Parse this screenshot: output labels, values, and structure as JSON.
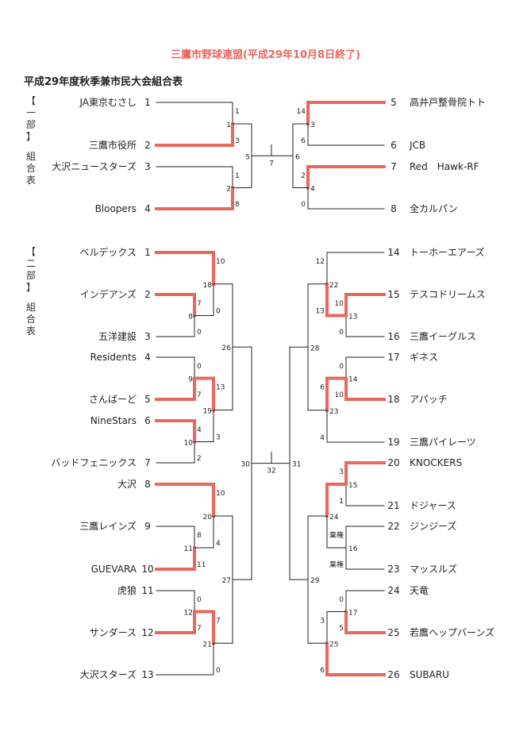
{
  "header": {
    "league_title": "三鷹市野球連盟(平成29年10月8日終了)",
    "document_title": "平成29年度秋季兼市民大会組合表"
  },
  "colors": {
    "win_line": "#e8675f",
    "line": "#222222",
    "header": "#e8675f"
  },
  "divisions": [
    {
      "id": "div1",
      "side_label": [
        "【",
        "一",
        "部",
        "】",
        "",
        "組",
        "合",
        "表"
      ],
      "final_label": "7",
      "left": {
        "teams": [
          {
            "seed": "1",
            "name": "JA東京むさし"
          },
          {
            "seed": "2",
            "name": "三鷹市役所"
          },
          {
            "seed": "3",
            "name": "大沢ニュースターズ"
          },
          {
            "seed": "4",
            "name": "Bloopers"
          }
        ],
        "tree": {
          "label": "5",
          "children": [
            {
              "label": "1",
              "scores": [
                "1",
                "3"
              ],
              "winner": 1,
              "children": [
                {
                  "team": 0
                },
                {
                  "team": 1
                }
              ]
            },
            {
              "label": "2",
              "scores": [
                "1",
                "8"
              ],
              "winner": 1,
              "children": [
                {
                  "team": 2
                },
                {
                  "team": 3
                }
              ]
            }
          ]
        }
      },
      "right": {
        "teams": [
          {
            "seed": "5",
            "name": "高井戸整骨院トト"
          },
          {
            "seed": "6",
            "name": "JCB"
          },
          {
            "seed": "7",
            "name": "Red　Hawk-RF"
          },
          {
            "seed": "8",
            "name": "全カルパン"
          }
        ],
        "tree": {
          "label": "6",
          "children": [
            {
              "label": "3",
              "scores": [
                "14",
                "6"
              ],
              "winner": 0,
              "children": [
                {
                  "team": 0
                },
                {
                  "team": 1
                }
              ]
            },
            {
              "label": "4",
              "scores": [
                "2",
                "0"
              ],
              "winner": 0,
              "children": [
                {
                  "team": 2
                },
                {
                  "team": 3
                }
              ]
            }
          ]
        }
      }
    },
    {
      "id": "div2",
      "side_label": [
        "【",
        "二",
        "部",
        "】",
        "",
        "組",
        "合",
        "表"
      ],
      "final_label": "32",
      "left": {
        "teams": [
          {
            "seed": "1",
            "name": "ベルデックス"
          },
          {
            "seed": "2",
            "name": "インデアンズ"
          },
          {
            "seed": "3",
            "name": "五洋建設"
          },
          {
            "seed": "4",
            "name": "Residents"
          },
          {
            "seed": "5",
            "name": "さんばーど"
          },
          {
            "seed": "6",
            "name": "NineStars"
          },
          {
            "seed": "7",
            "name": "バッドフェニックス"
          },
          {
            "seed": "8",
            "name": "大沢"
          },
          {
            "seed": "9",
            "name": "三鷹レインズ"
          },
          {
            "seed": "10",
            "name": "GUEVARA"
          },
          {
            "seed": "11",
            "name": "虎狼"
          },
          {
            "seed": "12",
            "name": "サンダース"
          },
          {
            "seed": "13",
            "name": "大沢スターズ"
          }
        ],
        "tree": {
          "label": "30",
          "children": [
            {
              "label": "26",
              "children": [
                {
                  "label": "18",
                  "scores": [
                    "10",
                    "0"
                  ],
                  "winner": 0,
                  "children": [
                    {
                      "team": 0
                    },
                    {
                      "label": "8",
                      "scores": [
                        "7",
                        "0"
                      ],
                      "winner": 0,
                      "children": [
                        {
                          "team": 1
                        },
                        {
                          "team": 2
                        }
                      ]
                    }
                  ]
                },
                {
                  "label": "19",
                  "scores": [
                    "13",
                    "3"
                  ],
                  "winner": 0,
                  "children": [
                    {
                      "label": "9",
                      "scores": [
                        "0",
                        "7"
                      ],
                      "winner": 1,
                      "children": [
                        {
                          "team": 3
                        },
                        {
                          "team": 4
                        }
                      ]
                    },
                    {
                      "label": "10",
                      "scores": [
                        "4",
                        "2"
                      ],
                      "winner": 0,
                      "children": [
                        {
                          "team": 5
                        },
                        {
                          "team": 6
                        }
                      ]
                    }
                  ]
                }
              ]
            },
            {
              "label": "27",
              "children": [
                {
                  "label": "20",
                  "scores": [
                    "10",
                    "4"
                  ],
                  "winner": 0,
                  "children": [
                    {
                      "team": 7
                    },
                    {
                      "label": "11",
                      "scores": [
                        "8",
                        "11"
                      ],
                      "winner": 1,
                      "children": [
                        {
                          "team": 8
                        },
                        {
                          "team": 9
                        }
                      ]
                    }
                  ]
                },
                {
                  "label": "21",
                  "scores": [
                    "7",
                    "0"
                  ],
                  "winner": 0,
                  "children": [
                    {
                      "label": "12",
                      "scores": [
                        "0",
                        "7"
                      ],
                      "winner": 1,
                      "children": [
                        {
                          "team": 10
                        },
                        {
                          "team": 11
                        }
                      ]
                    },
                    {
                      "team": 12
                    }
                  ]
                }
              ]
            }
          ]
        }
      },
      "right": {
        "teams": [
          {
            "seed": "14",
            "name": "トーホーエアーズ"
          },
          {
            "seed": "15",
            "name": "テスコドリームス"
          },
          {
            "seed": "16",
            "name": "三鷹イーグルス"
          },
          {
            "seed": "17",
            "name": "ギネス"
          },
          {
            "seed": "18",
            "name": "アパッチ"
          },
          {
            "seed": "19",
            "name": "三鷹パイレーツ"
          },
          {
            "seed": "20",
            "name": "KNOCKERS"
          },
          {
            "seed": "21",
            "name": "ドジャース"
          },
          {
            "seed": "22",
            "name": "ジンジーズ"
          },
          {
            "seed": "23",
            "name": "マッスルズ"
          },
          {
            "seed": "24",
            "name": "天竜"
          },
          {
            "seed": "25",
            "name": "若鷹ヘップバーンズ"
          },
          {
            "seed": "26",
            "name": "SUBARU"
          }
        ],
        "tree": {
          "label": "31",
          "children": [
            {
              "label": "28",
              "children": [
                {
                  "label": "22",
                  "scores": [
                    "12",
                    "13"
                  ],
                  "winner": 1,
                  "children": [
                    {
                      "team": 0
                    },
                    {
                      "label": "13",
                      "scores": [
                        "10",
                        "0"
                      ],
                      "winner": 0,
                      "children": [
                        {
                          "team": 1
                        },
                        {
                          "team": 2
                        }
                      ]
                    }
                  ]
                },
                {
                  "label": "23",
                  "scores": [
                    "6",
                    "4"
                  ],
                  "winner": 0,
                  "children": [
                    {
                      "label": "14",
                      "scores": [
                        "0",
                        "10"
                      ],
                      "winner": 1,
                      "children": [
                        {
                          "team": 3
                        },
                        {
                          "team": 4
                        }
                      ]
                    },
                    {
                      "team": 5
                    }
                  ]
                }
              ]
            },
            {
              "label": "29",
              "children": [
                {
                  "label": "24",
                  "scores": [
                    "",
                    ""
                  ],
                  "winner": 0,
                  "children": [
                    {
                      "label": "15",
                      "scores": [
                        "3",
                        "1"
                      ],
                      "winner": 0,
                      "children": [
                        {
                          "team": 6
                        },
                        {
                          "team": 7
                        }
                      ]
                    },
                    {
                      "label": "16",
                      "scores": [
                        "棄権",
                        "棄権"
                      ],
                      "children": [
                        {
                          "team": 8
                        },
                        {
                          "team": 9
                        }
                      ]
                    }
                  ]
                },
                {
                  "label": "25",
                  "scores": [
                    "3",
                    "6"
                  ],
                  "winner": 1,
                  "children": [
                    {
                      "label": "17",
                      "scores": [
                        "0",
                        "5"
                      ],
                      "winner": 1,
                      "children": [
                        {
                          "team": 10
                        },
                        {
                          "team": 11
                        }
                      ]
                    },
                    {
                      "team": 12
                    }
                  ]
                }
              ]
            }
          ]
        }
      }
    }
  ]
}
